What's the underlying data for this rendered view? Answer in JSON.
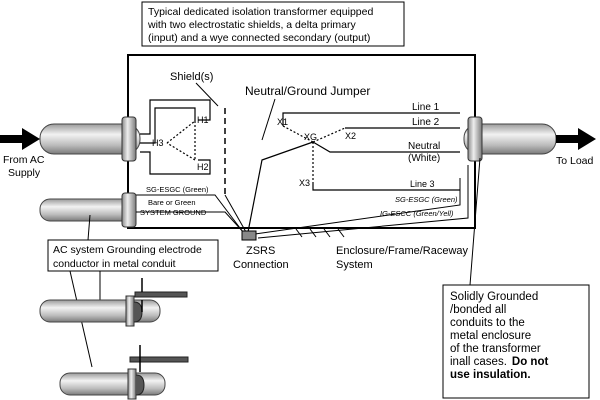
{
  "callout_top": {
    "line1": "Typical dedicated isolation transformer equipped",
    "line2": "with two electrostatic shields, a delta primary",
    "line3": "(input) and a wye connected secondary (output)"
  },
  "labels": {
    "shields": "Shield(s)",
    "neutral_ground_jumper": "Neutral/Ground Jumper",
    "from_ac_1": "From AC",
    "from_ac_2": "Supply",
    "to_load": "To Load",
    "h1": "H1",
    "h2": "H2",
    "h3": "H3",
    "x1": "X1",
    "x2": "X2",
    "x3": "X3",
    "xg": "XG",
    "line1": "Line 1",
    "line2": "Line 2",
    "line3": "Line 3",
    "neutral": "Neutral",
    "white": "(White)",
    "sg_esgc_left": "SG-ESGC (Green)",
    "bare_or_green": "Bare or Green",
    "system_ground": "SYSTEM GROUND",
    "sg_esgc_right": "SG-ESGC (Green)",
    "ig_escc": "IG-ESCC (Green/Yell)",
    "zsrs_1": "ZSRS",
    "zsrs_2": "Connection",
    "enclosure_1": "Enclosure/Frame/Raceway",
    "enclosure_2": "System"
  },
  "callout_left": {
    "line1": "AC system Grounding electrode",
    "line2": "conductor in metal conduit"
  },
  "callout_right": {
    "l1": "Solidly Grounded",
    "l2": "/bonded all",
    "l3": "conduits to the",
    "l4": "metal enclosure",
    "l5": "of the transformer",
    "l6": "inall cases.",
    "l6b": "Do not",
    "l7": "use insulation."
  }
}
